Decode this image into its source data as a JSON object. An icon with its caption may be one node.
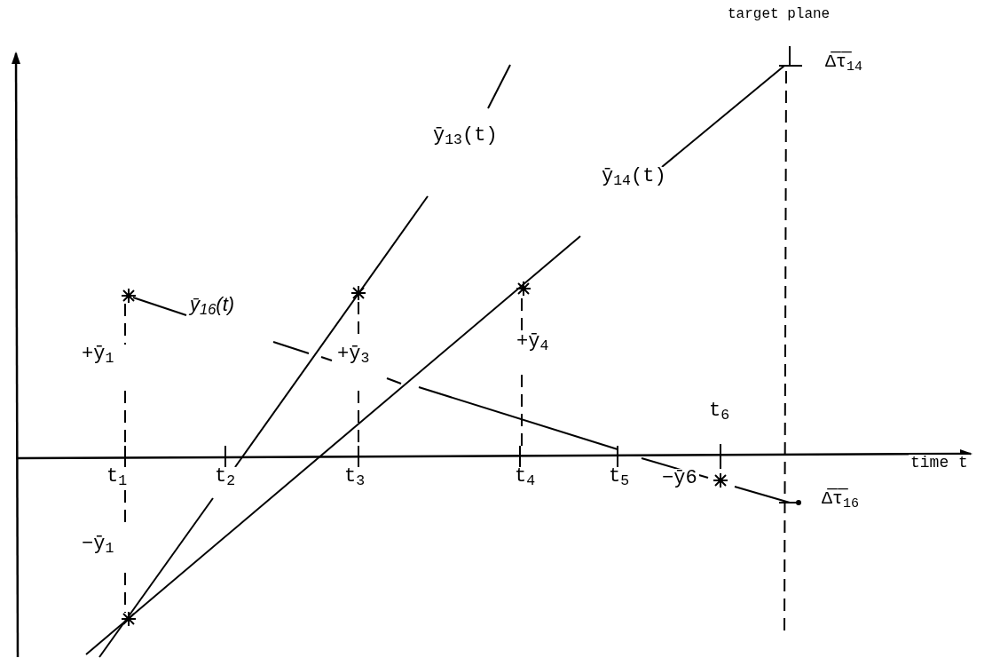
{
  "diagram": {
    "labels": [
      "target plane",
      "Δ̅τ̅$_{14}$",
      "ȳ$_{13}$(t)",
      "ȳ$_{14}$(t)",
      "ȳ$_{16}$(t)",
      "+ȳ$_{1}$",
      "+ȳ$_{3}$",
      "+ȳ$_{4}$",
      "t$_{6}$",
      "t$_{1}$",
      "t$_{2}$",
      "t$_{3}$",
      "t$_{4}$",
      "t$_{5}$",
      "−ȳ6",
      "time t",
      "Δ̅τ̅$_{16}$",
      "−ȳ$_{1}$"
    ]
  }
}
